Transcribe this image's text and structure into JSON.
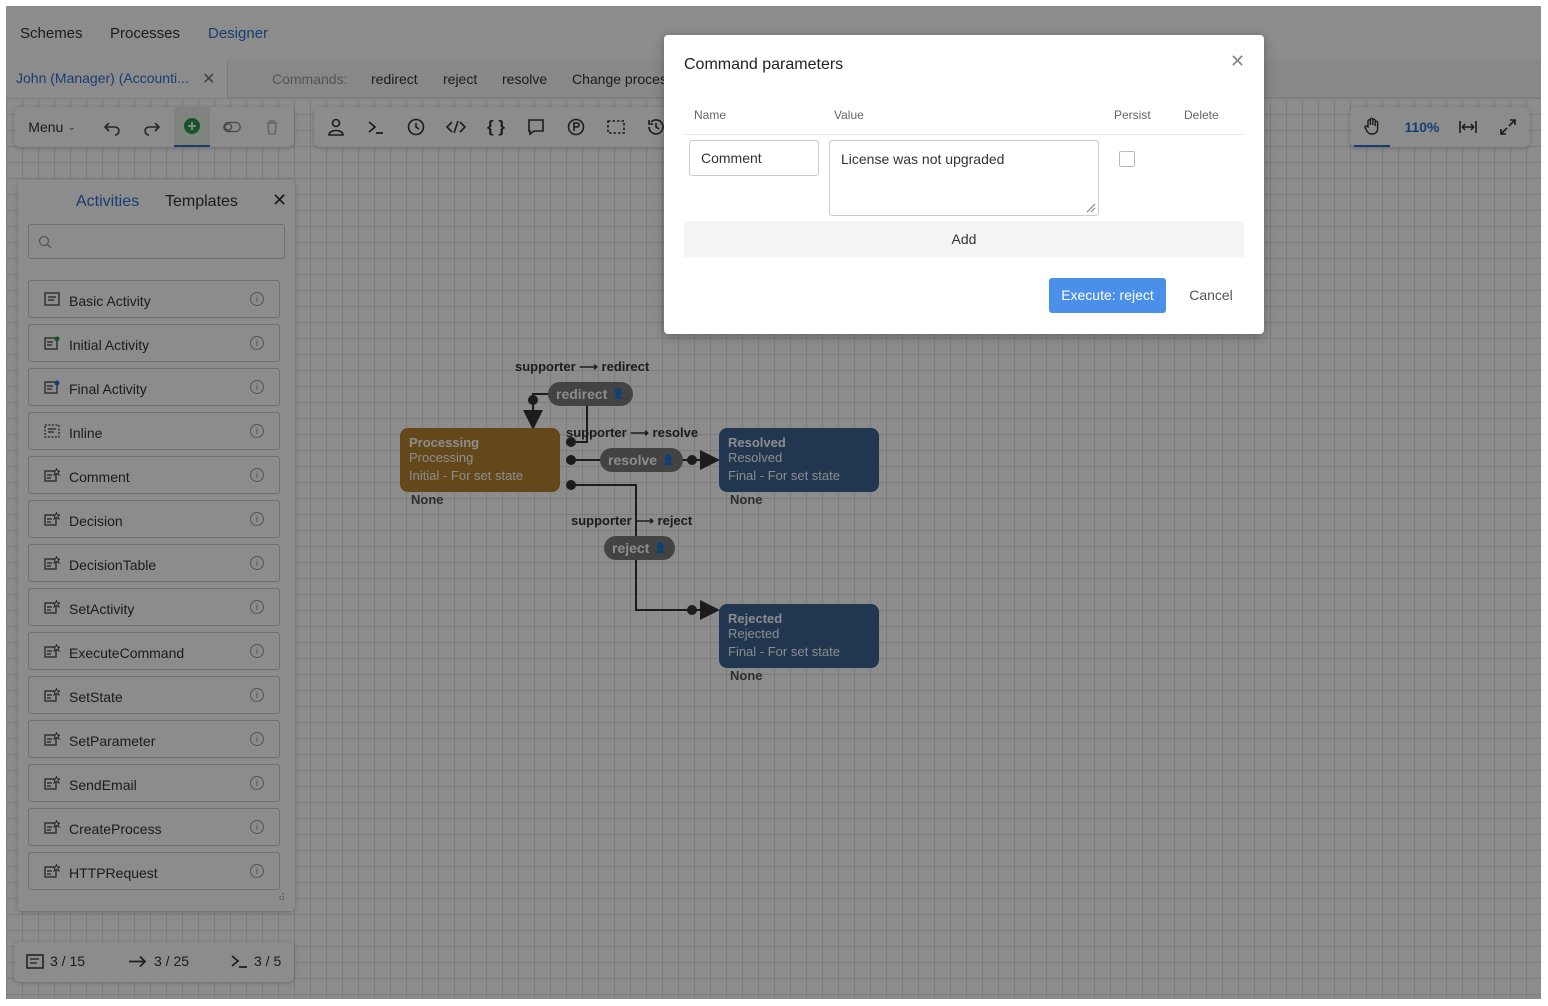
{
  "nav": {
    "schemes": "Schemes",
    "processes": "Processes",
    "designer": "Designer"
  },
  "doc_tab": {
    "label": "John (Manager) (Accounti..."
  },
  "commands_bar": {
    "label": "Commands:",
    "items": [
      "redirect",
      "reject",
      "resolve",
      "Change proces"
    ]
  },
  "toolbar_left": {
    "menu": "Menu"
  },
  "zoom": {
    "value": "110%"
  },
  "panel": {
    "tab_activities": "Activities",
    "tab_templates": "Templates",
    "search_placeholder": "",
    "items": [
      "Basic Activity",
      "Initial Activity",
      "Final Activity",
      "Inline",
      "Comment",
      "Decision",
      "DecisionTable",
      "SetActivity",
      "ExecuteCommand",
      "SetState",
      "SetParameter",
      "SendEmail",
      "CreateProcess",
      "HTTPRequest"
    ]
  },
  "counters": {
    "activities": "3 / 15",
    "transitions": "3 / 25",
    "commands": "3 / 5"
  },
  "diagram": {
    "nodes": {
      "processing": {
        "title": "Processing",
        "sub": "Processing",
        "state": "Initial - For set state",
        "foot": "None"
      },
      "resolved": {
        "title": "Resolved",
        "sub": "Resolved",
        "state": "Final - For set state",
        "foot": "None"
      },
      "rejected": {
        "title": "Rejected",
        "sub": "Rejected",
        "state": "Final - For set state",
        "foot": "None"
      }
    },
    "edges": {
      "redirect_label": "supporter ⟶ redirect",
      "resolve_label": "supporter ⟶ resolve",
      "reject_label": "supporter ⟶ reject",
      "redirect_cmd": "redirect",
      "resolve_cmd": "resolve",
      "reject_cmd": "reject"
    },
    "colors": {
      "initial": "#b98330",
      "final": "#3d6390",
      "command": "#7a7a7a"
    }
  },
  "modal": {
    "title": "Command parameters",
    "col_name": "Name",
    "col_value": "Value",
    "col_persist": "Persist",
    "col_delete": "Delete",
    "row_name": "Comment",
    "row_value": "License was not upgraded",
    "add_label": "Add",
    "execute_label": "Execute: reject",
    "cancel_label": "Cancel"
  }
}
